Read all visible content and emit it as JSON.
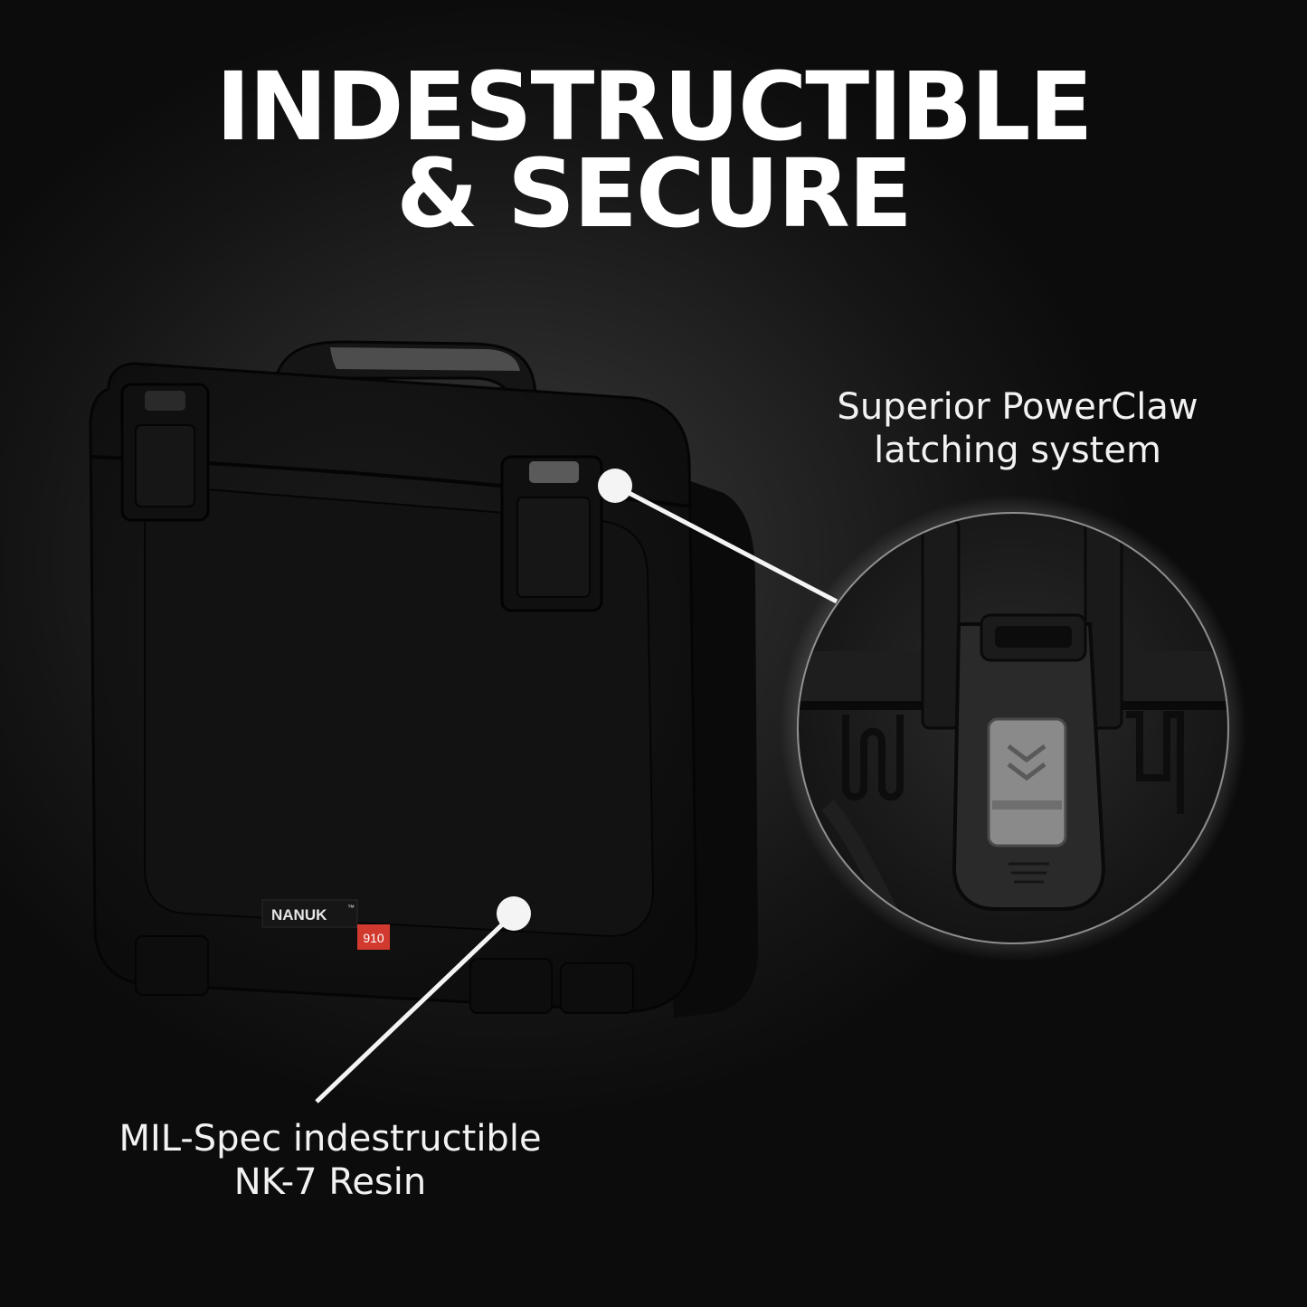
{
  "headline": {
    "line1": "INDESTRUCTIBLE",
    "line2": "& SECURE"
  },
  "callouts": {
    "latch": {
      "line1": "Superior PowerClaw",
      "line2": "latching system"
    },
    "resin": {
      "line1": "MIL-Spec indestructible",
      "line2": "NK-7 Resin"
    }
  },
  "product": {
    "brand": "NANUK",
    "trademark": "™",
    "model": "910"
  },
  "colors": {
    "background": "#1a1a1a",
    "text": "#ffffff",
    "case_body": "#141414",
    "model_badge": "#d23a2f",
    "latch_button": "#8a8a8a"
  }
}
